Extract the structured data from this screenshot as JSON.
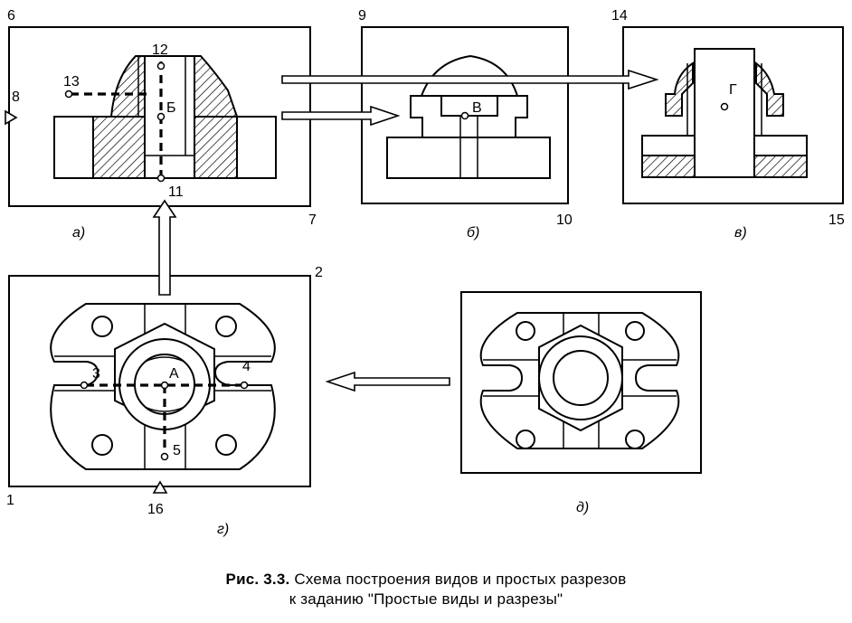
{
  "views": {
    "a": {
      "caption": "а)",
      "corner_top_left": "6",
      "corner_bottom_right": "7",
      "side_marker": "8",
      "point_top": "12",
      "point_left": "13",
      "point_mid": "Б",
      "point_bottom": "11"
    },
    "b": {
      "caption": "б)",
      "corner_top_left": "9",
      "corner_bottom_right": "10",
      "point": "В"
    },
    "v": {
      "caption": "в)",
      "corner_top_left": "14",
      "corner_bottom_right": "15",
      "point": "Г"
    },
    "g": {
      "caption": "г)",
      "corner_bottom_left": "1",
      "corner_top_right": "2",
      "point_left": "3",
      "point_center": "А",
      "point_right": "4",
      "point_bottom": "5",
      "bottom_marker": "16"
    },
    "d": {
      "caption": "д)"
    }
  },
  "caption": {
    "prefix": "Рис. 3.3.",
    "line1": "Схема построения видов и простых разрезов",
    "line2": "к заданию \"Простые виды и разрезы\""
  }
}
